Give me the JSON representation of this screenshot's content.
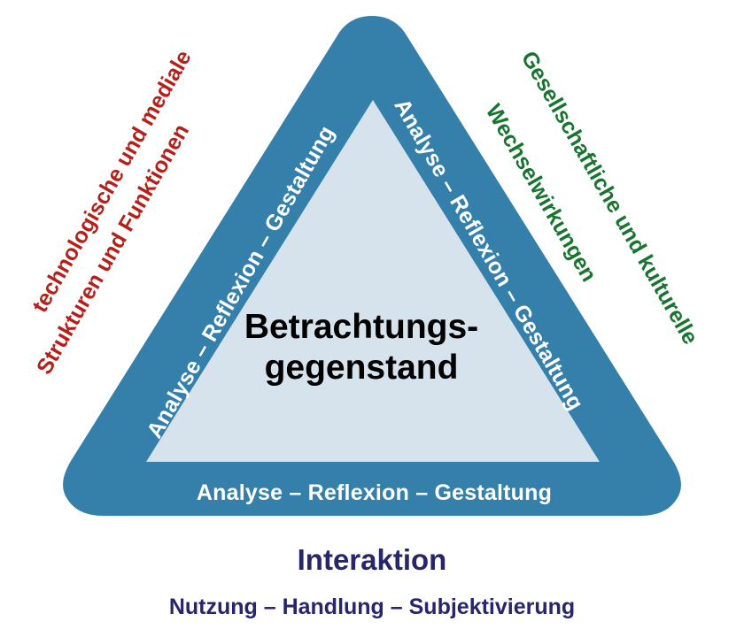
{
  "diagram": {
    "title_center": {
      "line1": "Betrachtungs-",
      "line2": "gegenstand"
    },
    "edges": {
      "left_label": "Analyse – Reflexion – Gestaltung",
      "right_label": "Analyse – Reflexion – Gestaltung",
      "bottom_label": "Analyse – Reflexion – Gestaltung"
    },
    "annotations": {
      "left": {
        "line1": "technologische und mediale",
        "line2": "Strukturen und Funktionen",
        "color": "#b5211a"
      },
      "right": {
        "line1": "Gesellschaftliche und kulturelle",
        "line2": "Wechselwirkungen",
        "color": "#19742f"
      }
    },
    "footer": {
      "title": "Interaktion",
      "subtitle": "Nutzung – Handlung – Subjektivierung",
      "color": "#26266b"
    },
    "colors": {
      "frame_blue": "#3480ab",
      "inner_light_blue": "#d6e2ec",
      "center_text": "#000000",
      "edge_text": "#ffffff",
      "background": "#ffffff"
    }
  }
}
